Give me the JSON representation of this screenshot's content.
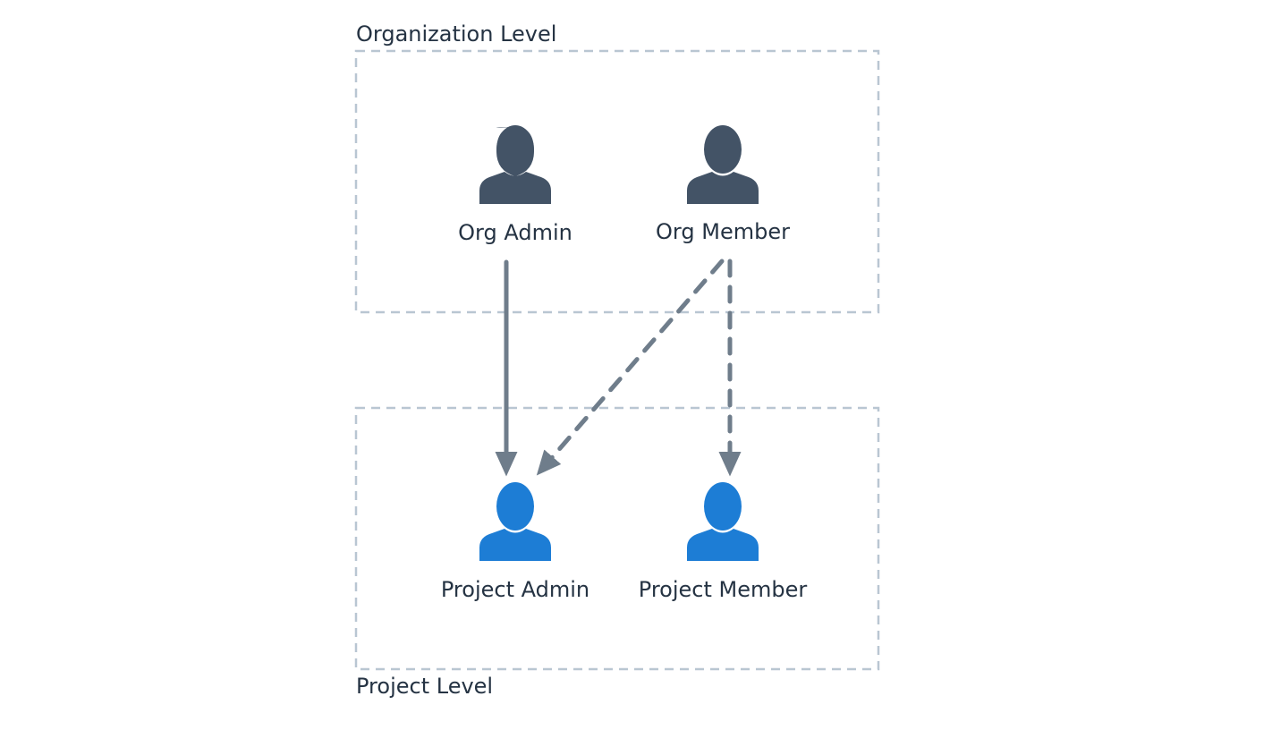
{
  "levels": {
    "organization": {
      "label": "Organization Level"
    },
    "project": {
      "label": "Project Level"
    }
  },
  "roles": {
    "org_admin": {
      "label": "Org Admin",
      "icon": "user-icon",
      "color": "#435366"
    },
    "org_member": {
      "label": "Org Member",
      "icon": "user-icon",
      "color": "#435366"
    },
    "project_admin": {
      "label": "Project Admin",
      "icon": "user-icon",
      "color": "#1d7dd5"
    },
    "project_member": {
      "label": "Project Member",
      "icon": "user-icon",
      "color": "#1d7dd5"
    }
  },
  "connections": [
    {
      "from": "org_admin",
      "to": "project_admin",
      "style": "solid"
    },
    {
      "from": "org_member",
      "to": "project_admin",
      "style": "dashed"
    },
    {
      "from": "org_member",
      "to": "project_member",
      "style": "dashed"
    }
  ],
  "colors": {
    "box_border": "#b9c6d2",
    "arrow": "#6f7d8b",
    "text": "#253343"
  }
}
